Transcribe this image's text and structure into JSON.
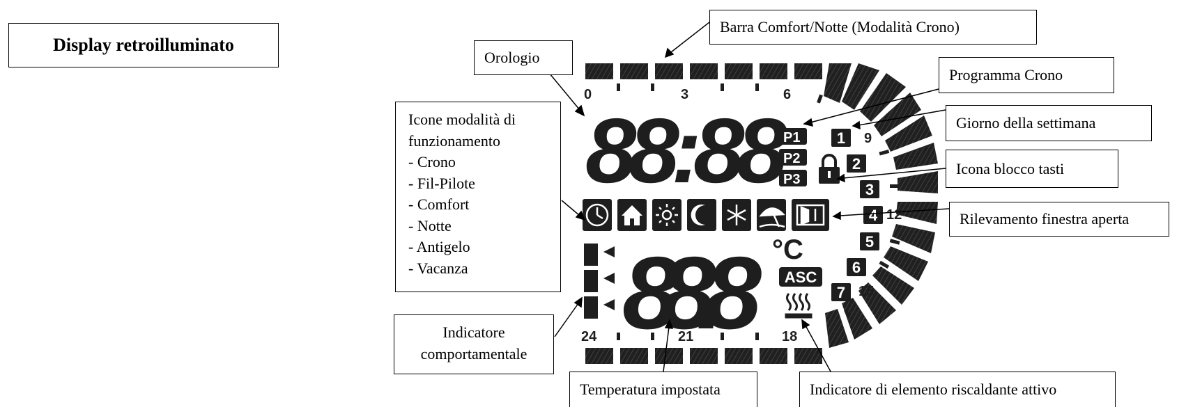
{
  "title": "Display retroilluminato",
  "labels": {
    "barra": "Barra Comfort/Notte (Modalità Crono)",
    "orologio": "Orologio",
    "programma": "Programma Crono",
    "giorno": "Giorno della settimana",
    "blocco": "Icona blocco tasti",
    "finestra": "Rilevamento finestra aperta",
    "indicatore_comp": [
      "Indicatore",
      "comportamentale"
    ],
    "temperatura": "Temperatura impostata",
    "elemento": "Indicatore di elemento riscaldante attivo"
  },
  "icone": {
    "lines": [
      "Icone modalità di",
      "funzionamento",
      "- Crono",
      "- Fil-Pilote",
      "- Comfort",
      "- Notte",
      "- Antigelo",
      "- Vacanza"
    ]
  },
  "display": {
    "clock": "88:88",
    "temperature": "88.8",
    "unit": "°C",
    "asc": "ASC",
    "programs": [
      "P1",
      "P2",
      "P3"
    ],
    "days": [
      "1",
      "2",
      "3",
      "4",
      "5",
      "6",
      "7"
    ],
    "hour_labels": [
      "0",
      "3",
      "6",
      "9",
      "12",
      "15",
      "18",
      "21",
      "24"
    ],
    "mode_icons": [
      "clock-icon",
      "house-icon",
      "sun-icon",
      "moon-icon",
      "snowflake-icon",
      "beach-umbrella-icon",
      "open-window-icon"
    ]
  }
}
